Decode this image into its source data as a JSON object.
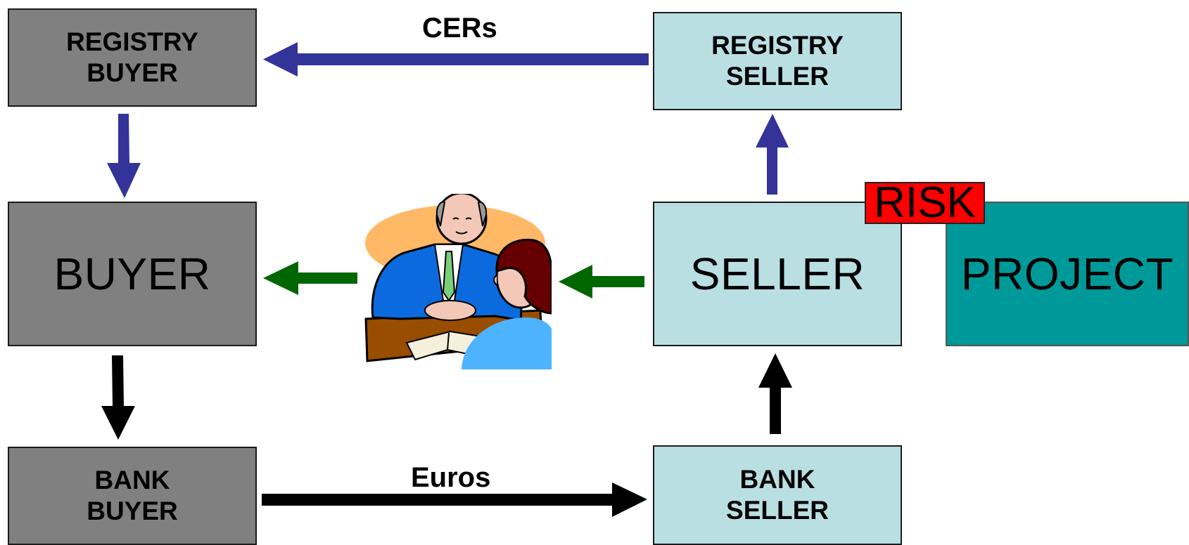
{
  "nodes": {
    "registry_buyer": "REGISTRY\nBUYER",
    "registry_seller": "REGISTRY\nSELLER",
    "buyer": "BUYER",
    "seller": "SELLER",
    "project": "PROJECT",
    "bank_buyer": "BANK\nBUYER",
    "bank_seller": "BANK\nSELLER"
  },
  "flows": {
    "cers": "CERs",
    "euros": "Euros"
  },
  "badges": {
    "risk": "RISK"
  },
  "colors": {
    "buyer_side": "#808080",
    "seller_side": "#b9dfe3",
    "project": "#009999",
    "registry_arrow": "#333399",
    "contract_arrow": "#006600",
    "money_arrow": "#000000",
    "risk": "#ff0000"
  },
  "icons": {
    "negotiation": "business-meeting-clipart"
  }
}
